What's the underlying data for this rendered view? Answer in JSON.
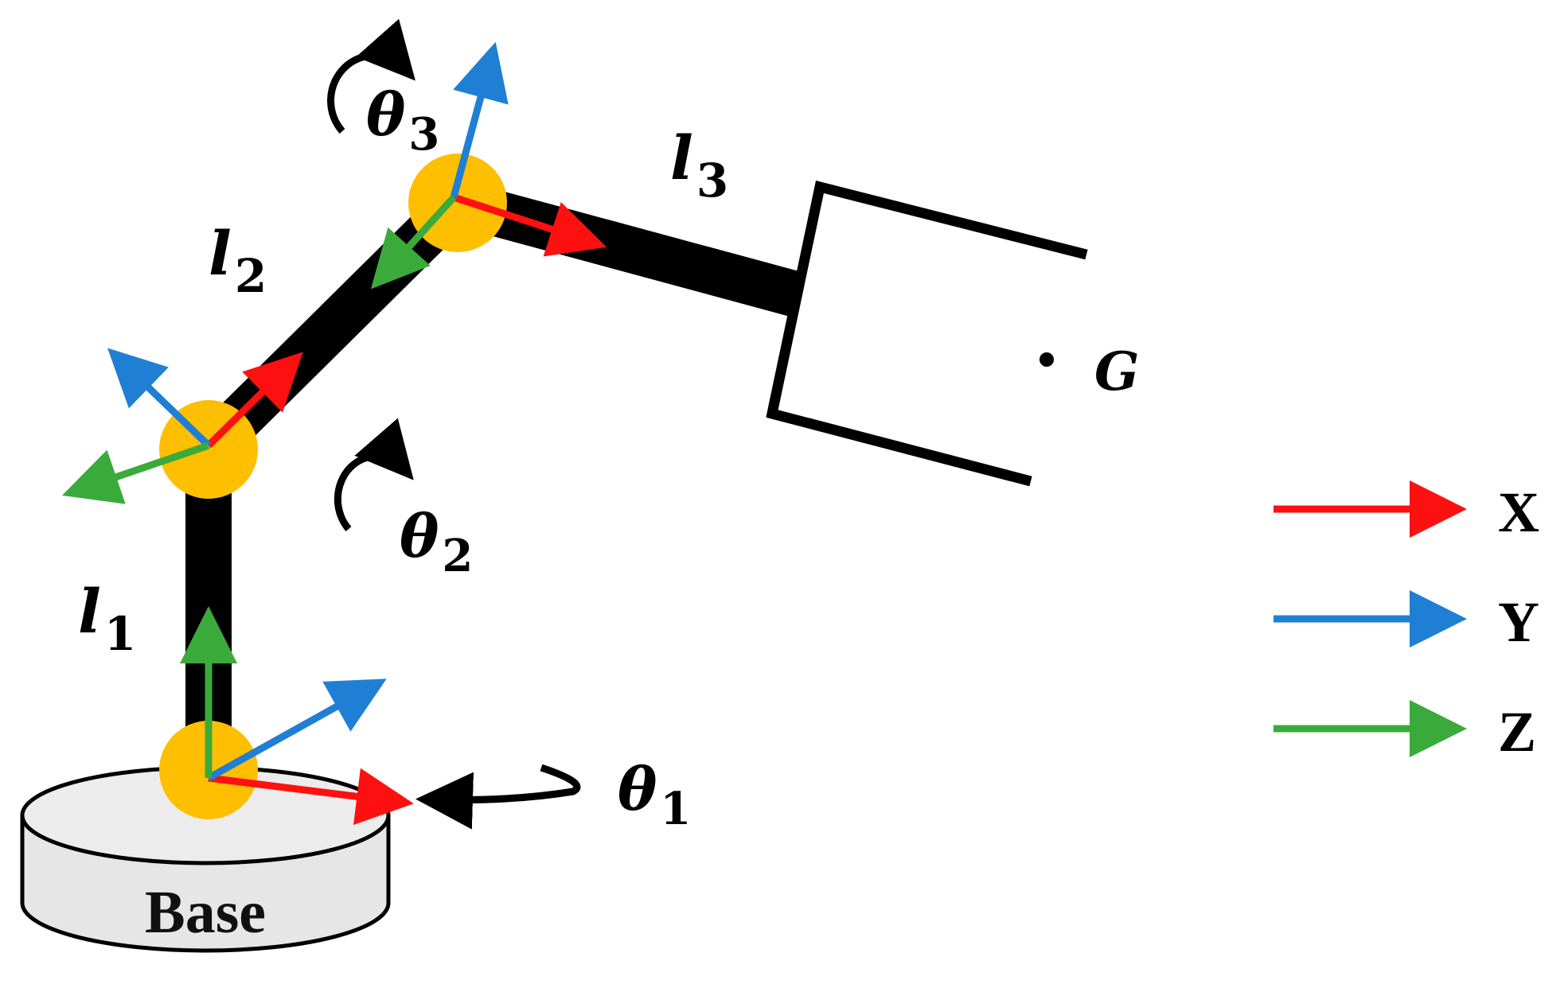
{
  "colors": {
    "x_axis": "#ff1010",
    "y_axis": "#1f7fd4",
    "z_axis": "#3aab3a",
    "joint": "#fdbf00",
    "link": "#000000",
    "base_fill": "#e6e6e6"
  },
  "base": {
    "label": "Base"
  },
  "links": [
    {
      "symbol": "l",
      "index": "1"
    },
    {
      "symbol": "l",
      "index": "2"
    },
    {
      "symbol": "l",
      "index": "3"
    }
  ],
  "joints": [
    {
      "symbol": "θ",
      "index": "1"
    },
    {
      "symbol": "θ",
      "index": "2"
    },
    {
      "symbol": "θ",
      "index": "3"
    }
  ],
  "goal": {
    "label": "G"
  },
  "legend": [
    {
      "label": "X",
      "color": "#ff1010"
    },
    {
      "label": "Y",
      "color": "#1f7fd4"
    },
    {
      "label": "Z",
      "color": "#3aab3a"
    }
  ]
}
